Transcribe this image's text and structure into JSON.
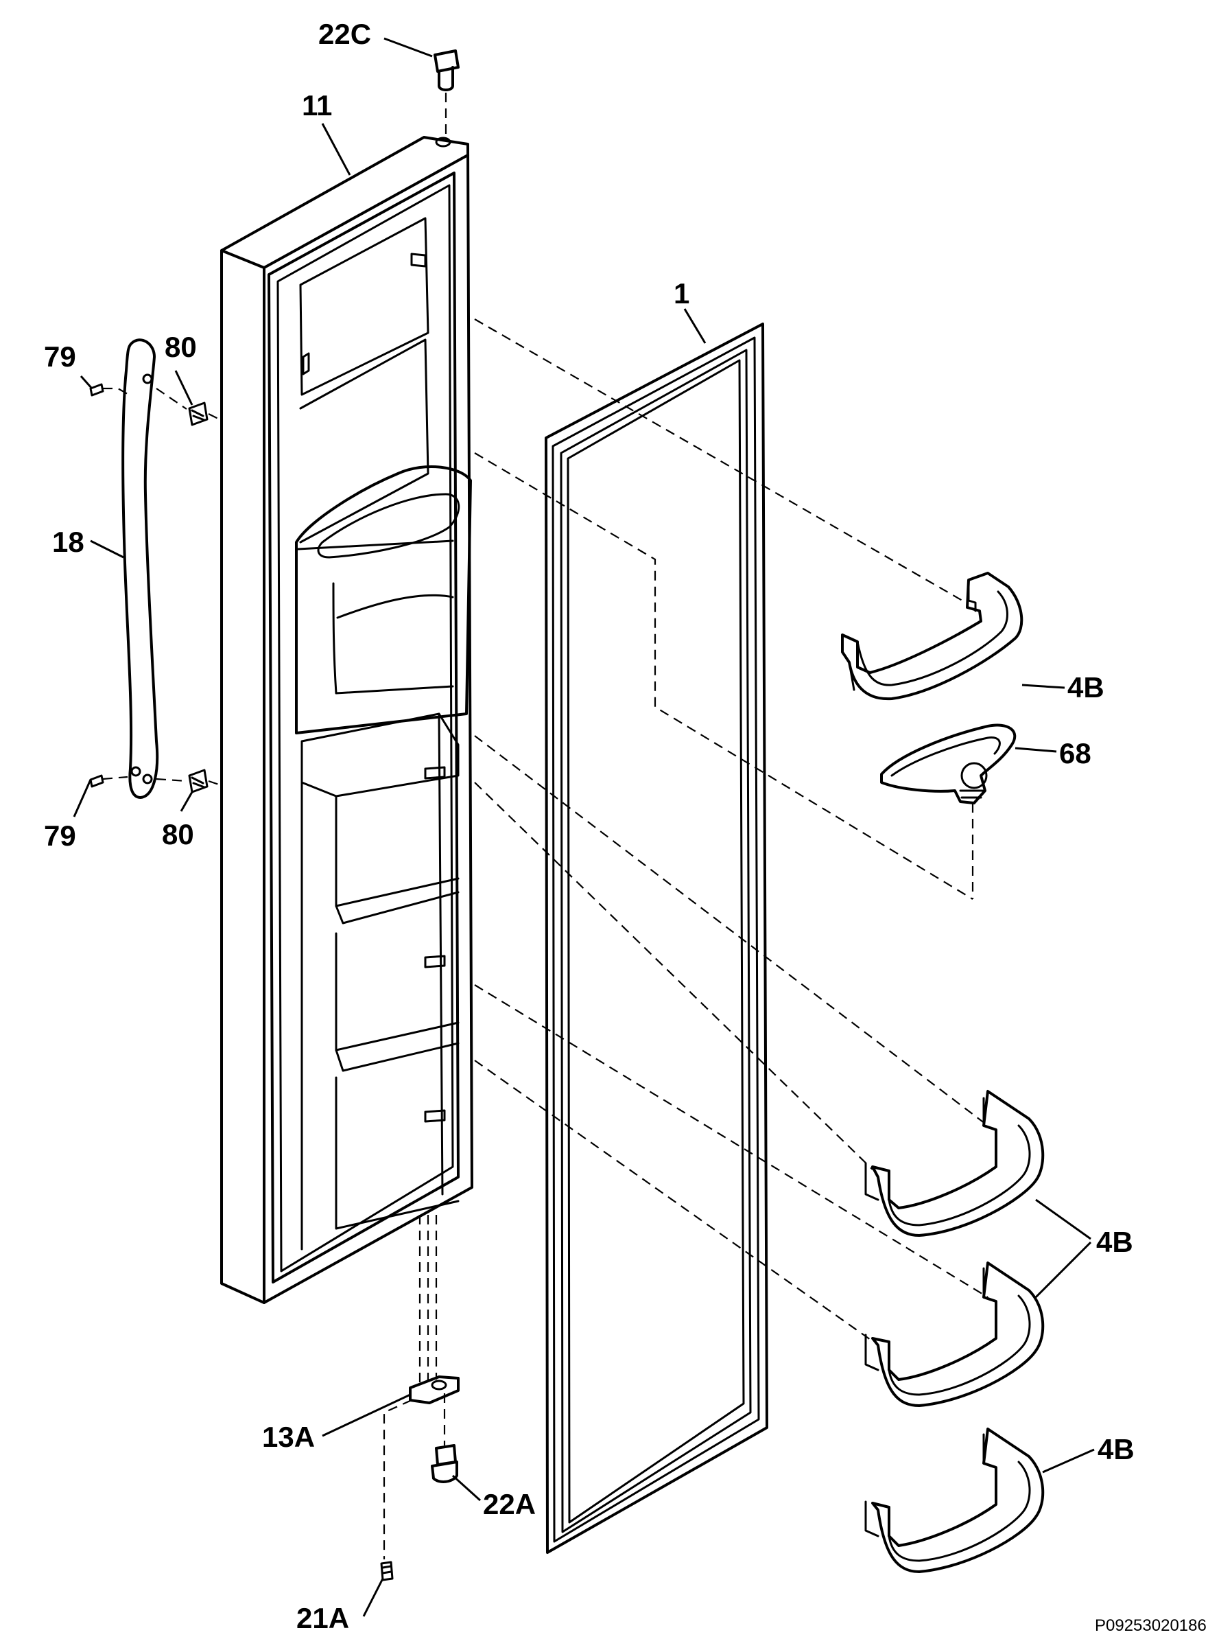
{
  "callouts": {
    "c_22C": "22C",
    "c_11": "11",
    "c_1": "1",
    "c_79_top": "79",
    "c_80_top": "80",
    "c_18": "18",
    "c_4B_top": "4B",
    "c_68": "68",
    "c_79_bottom": "79",
    "c_80_bottom": "80",
    "c_4B_group": "4B",
    "c_13A": "13A",
    "c_22A": "22A",
    "c_4B_bottom": "4B",
    "c_21A": "21A"
  },
  "figure_code": "P09253020186"
}
